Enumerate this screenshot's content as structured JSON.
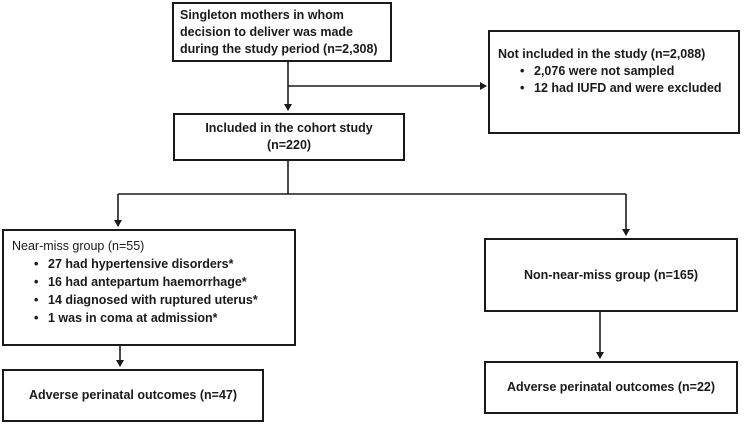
{
  "boxes": {
    "mothers": {
      "text": "Singleton mothers in whom decision to deliver was made during the study period (n=2,308)"
    },
    "not_included": {
      "title": "Not included in the study (n=2,088)",
      "items": [
        "2,076 were not sampled",
        "12 had IUFD and  were excluded"
      ]
    },
    "cohort": {
      "line1": "Included in the cohort study",
      "line2": "(n=220)"
    },
    "near_miss": {
      "title": "Near-miss group (n=55)",
      "items": [
        "27 had hypertensive disorders*",
        "16 had antepartum haemorrhage*",
        "14 diagnosed with ruptured uterus*",
        "1 was in coma at admission*"
      ]
    },
    "non_near_miss": {
      "text": "Non-near-miss group (n=165)"
    },
    "adverse_left": {
      "text": "Adverse perinatal outcomes (n=47)"
    },
    "adverse_right": {
      "text": "Adverse perinatal outcomes (n=22)"
    }
  }
}
